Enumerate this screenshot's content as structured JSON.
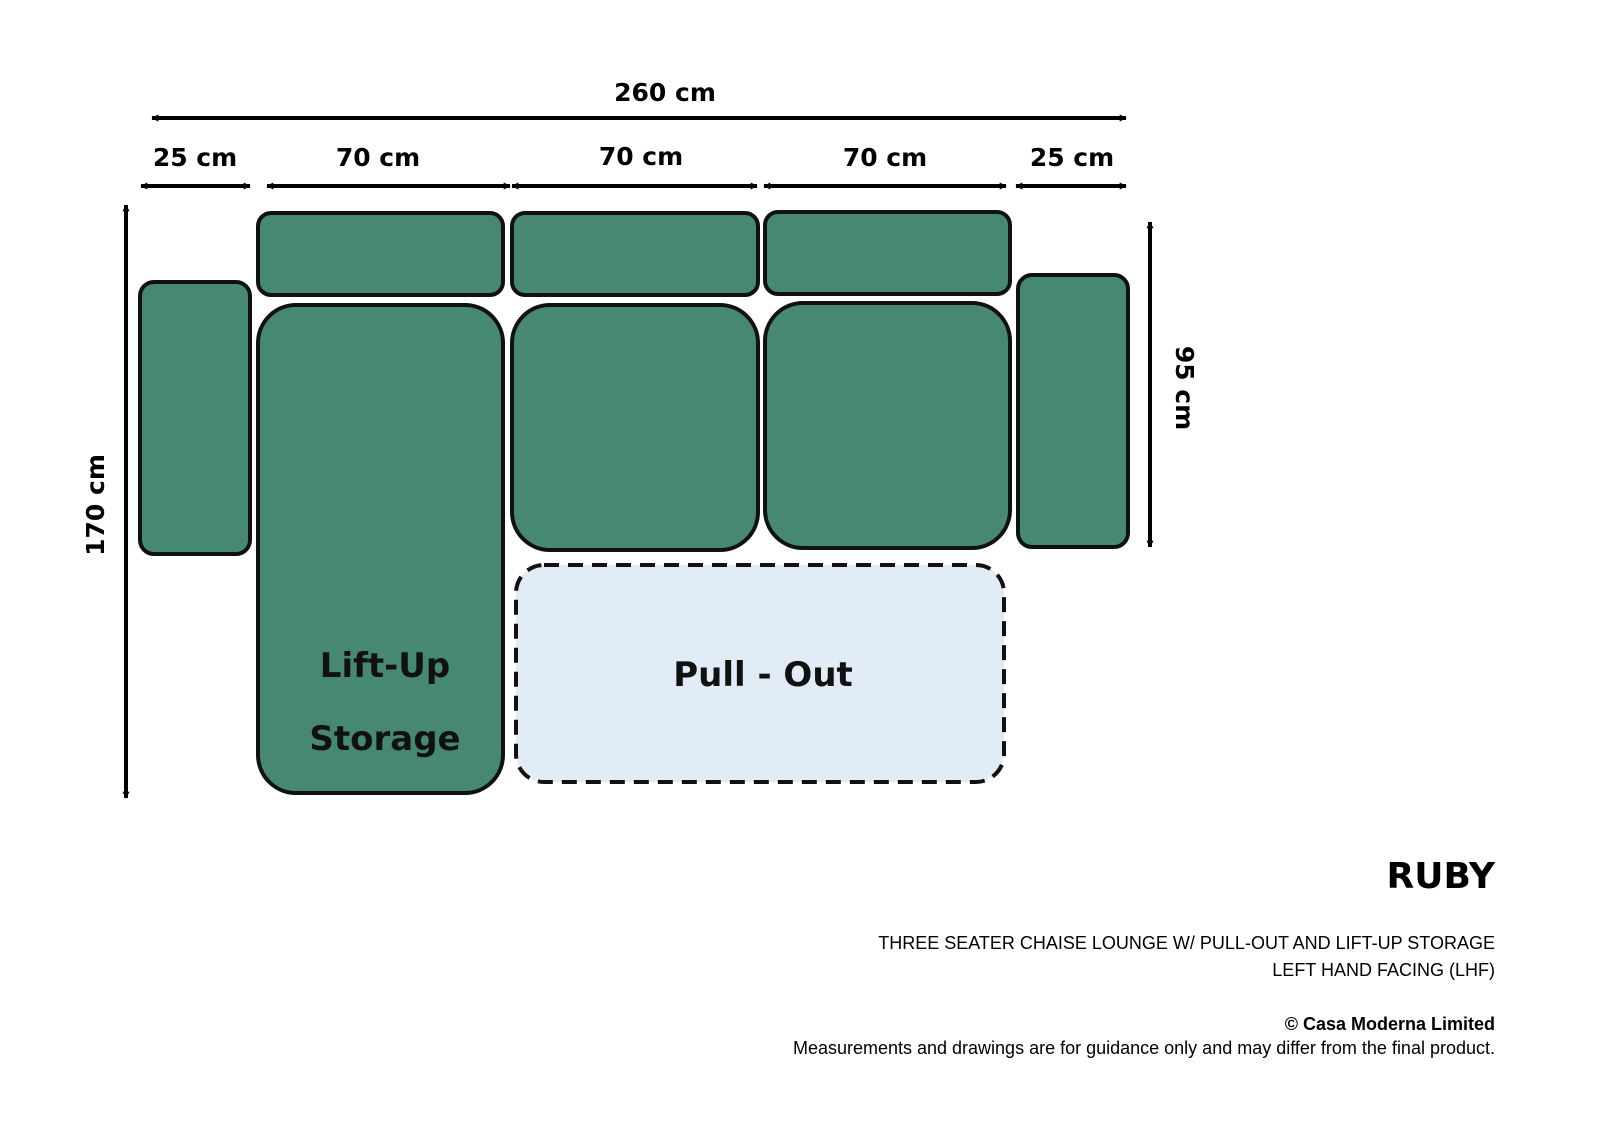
{
  "dimensions": {
    "total_width": "260 cm",
    "left_arm_width": "25 cm",
    "seat_1_width": "70 cm",
    "seat_2_width": "70 cm",
    "seat_3_width": "70 cm",
    "right_arm_width": "25 cm",
    "total_depth": "170 cm",
    "seat_depth": "95 cm"
  },
  "labels": {
    "lift_up_line1": "Lift-Up",
    "lift_up_line2": "Storage",
    "pull_out": "Pull - Out"
  },
  "colors": {
    "upholstery": "#468872",
    "pull_out_fill": "#e1ecf7",
    "outline": "#111111"
  },
  "product": {
    "name": "RUBY",
    "description": "THREE SEATER CHAISE LOUNGE W/ PULL-OUT AND LIFT-UP STORAGE",
    "facing": "LEFT HAND FACING (LHF)",
    "copyright": "© Casa Moderna Limited",
    "disclaimer": "Measurements and drawings are for guidance only and may differ from the final product."
  }
}
